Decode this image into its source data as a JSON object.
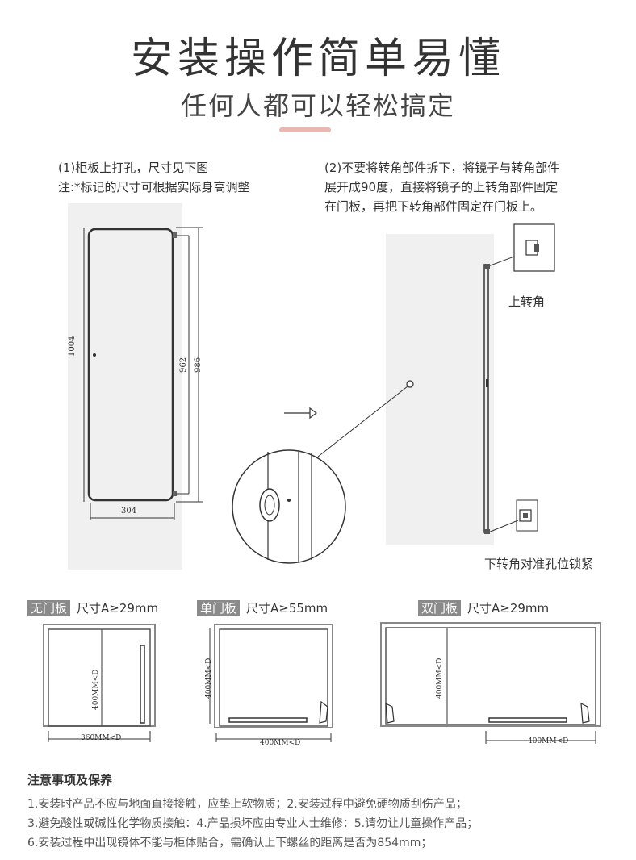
{
  "header": {
    "title": "安装操作简单易懂",
    "subtitle": "任何人都可以轻松搞定"
  },
  "step1": {
    "line1": "(1)柜板上打孔，尺寸见下图",
    "line2": "注:*标记的尺寸可根据实际身高调整",
    "dims": {
      "height": "1004",
      "mid": "962",
      "right": "986",
      "width": "304"
    }
  },
  "step2": {
    "line1": "(2)不要将转角部件拆下，将镜子与转角部件",
    "line2": "展开成90度，直接将镜子的上转角部件固定",
    "line3": "在门板，再把下转角部件固定在门板上。",
    "upper_label": "上转角",
    "lower_label": "下转角对准孔位锁紧"
  },
  "cabinets": [
    {
      "tag": "无门板",
      "spec": "尺寸A≥29mm",
      "vdim": "400MM<D",
      "hdim": "360MM<D"
    },
    {
      "tag": "单门板",
      "spec": "尺寸A≥55mm",
      "vdim": "400MM<D",
      "hdim": "400MM<D"
    },
    {
      "tag": "双门板",
      "spec": "尺寸A≥29mm",
      "vdim": "400MM<D",
      "hdim": "400MM<D"
    }
  ],
  "notes": {
    "title": "注意事项及保养",
    "lines": [
      "1.安装时产品不应与地面直接接触，应垫上软物质；2.安装过程中避免硬物质刮伤产品；",
      "3.避免酸性或碱性化学物质接触：4.产品损坏应由专业人士维修：5.请勿让儿童操作产品；",
      "6.安装过程中出现镜体不能与柜体贴合，需确认上下螺丝的距离是否为854mm；"
    ]
  },
  "colors": {
    "accent": "#e8b7b2",
    "panel": "#f0f0f0",
    "tag_bg": "#8a8a8a"
  }
}
